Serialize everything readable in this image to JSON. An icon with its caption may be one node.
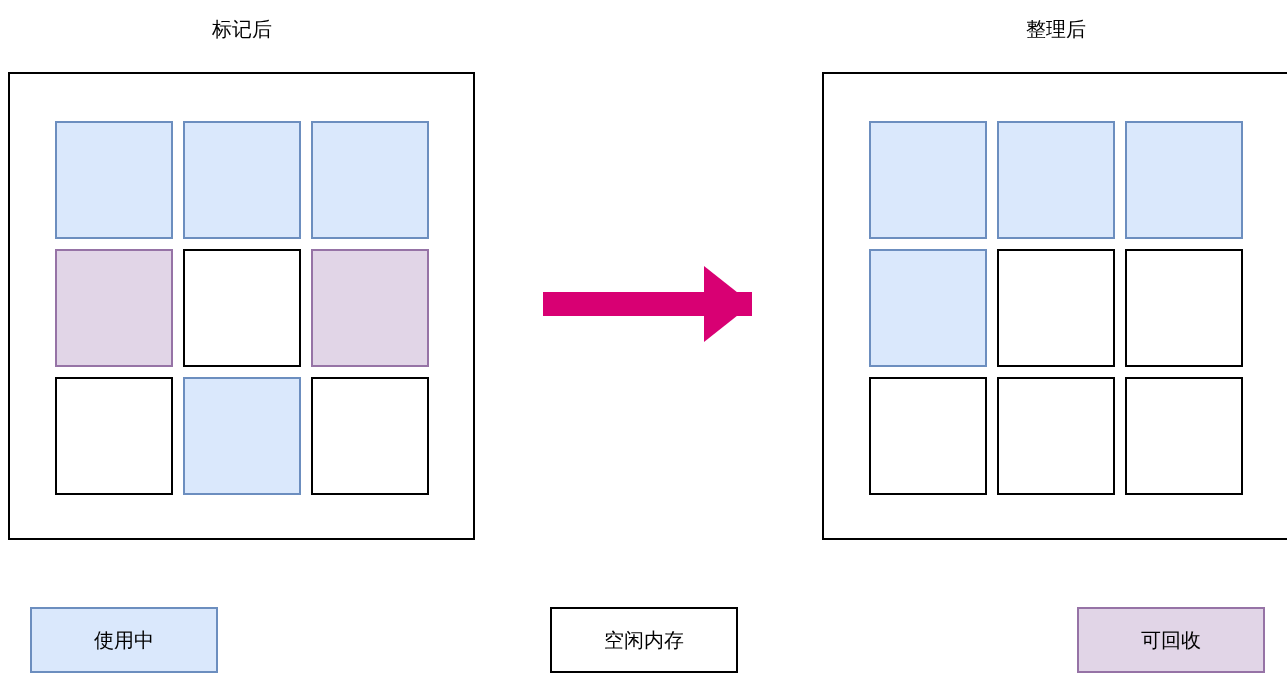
{
  "diagram": {
    "nodes": [
      {
        "text": [
          "标记后"
        ]
      },
      {
        "text": [],
        "shape": "box",
        "in": 0
      },
      {
        "text": [],
        "shape": "box",
        "in": 0
      },
      {
        "text": [],
        "shape": "box",
        "in": 0
      },
      {
        "text": [],
        "shape": "box",
        "in": 0
      },
      {
        "text": [],
        "shape": "box",
        "in": 0
      },
      {
        "text": [],
        "shape": "box",
        "in": 0
      },
      {
        "text": [],
        "shape": "box",
        "in": 0
      },
      {
        "text": [],
        "shape": "box",
        "in": 0
      },
      {
        "text": [],
        "shape": "box",
        "in": 0
      },
      {
        "text": [
          "整理后"
        ]
      },
      {
        "text": [],
        "shape": "box",
        "in": 10
      },
      {
        "text": [],
        "shape": "box",
        "in": 10
      },
      {
        "text": [],
        "shape": "box",
        "in": 10
      },
      {
        "text": [],
        "shape": "box",
        "in": 10
      },
      {
        "text": [],
        "shape": "box",
        "in": 10
      },
      {
        "text": [],
        "shape": "box",
        "in": 10
      },
      {
        "text": [],
        "shape": "box",
        "in": 10
      },
      {
        "text": [],
        "shape": "box",
        "in": 10
      },
      {
        "text": [],
        "shape": "box",
        "in": 10
      }
    ],
    "edges": [
      {
        "from": 0,
        "to": 10,
        "arrow": "to",
        "color": "#d80073"
      }
    ],
    "legend": [
      {
        "text": "使用中",
        "color": "#dae8fc"
      },
      {
        "text": "空闲内存",
        "color": "#ffffff"
      },
      {
        "text": "可回收",
        "color": "#e1d5e7"
      }
    ]
  }
}
